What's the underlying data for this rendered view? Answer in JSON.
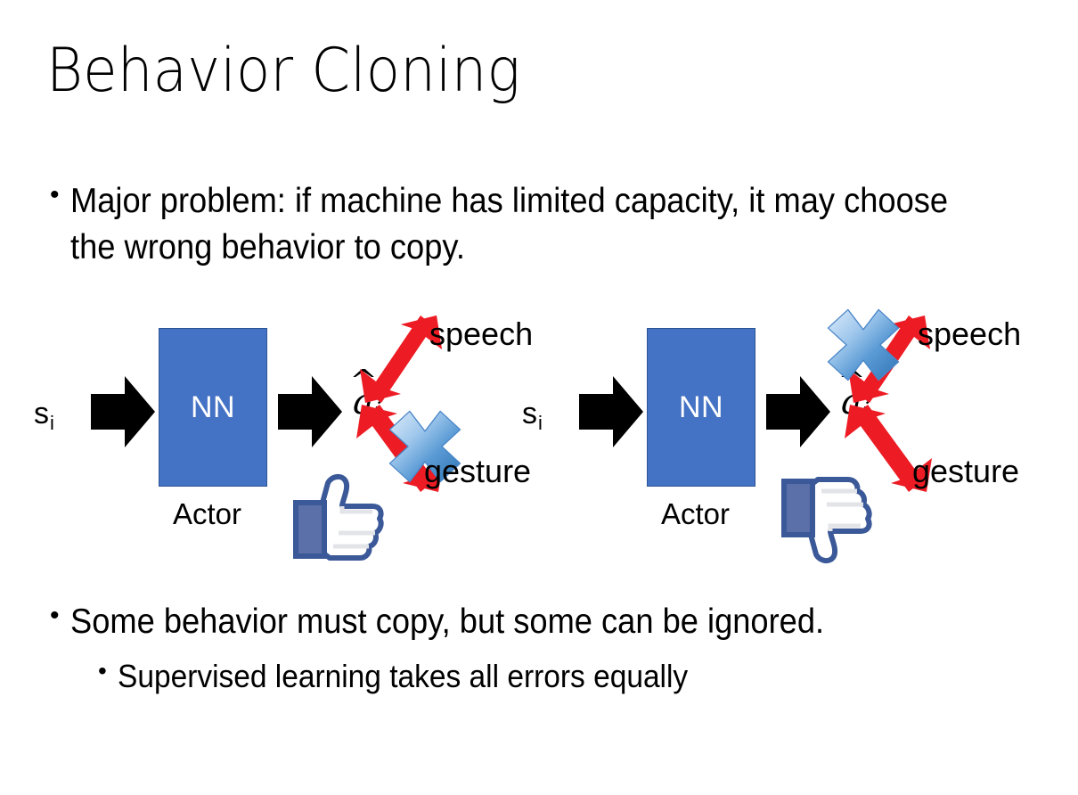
{
  "slide": {
    "title": "Behavior Cloning",
    "background_color": "#FFFFFF",
    "text_color": "#000000"
  },
  "bullets": {
    "top": {
      "marker": "•",
      "text": "Major problem: if machine has limited capacity, it may choose the wrong behavior to copy."
    },
    "bottom": [
      {
        "marker": "•",
        "text": "Some behavior must copy, but some can be ignored.",
        "level": 1
      },
      {
        "marker": "•",
        "text": "Supervised learning takes all errors equally",
        "level": 2
      }
    ]
  },
  "colors": {
    "nn_box_fill": "#4472C4",
    "nn_box_border": "#2E5496",
    "nn_label": "#FFFFFF",
    "red_arrow": "#ED1C24",
    "blue_x_light": "#CFE2F7",
    "blue_x_mid": "#6FA8E0",
    "blue_x_dark": "#2E74B5",
    "thumb_outline": "#3B5998",
    "thumb_fill": "#FFFFFF",
    "thumb_cuff": "#5B6FA8",
    "black_arrow": "#000000"
  },
  "diagrams": [
    {
      "id": "left",
      "state_label": "s",
      "state_subscript": "i",
      "nn_label": "NN",
      "actor_label": "Actor",
      "action_label": "a",
      "action_subscript": "i",
      "outputs": [
        {
          "name": "speech",
          "label": "speech",
          "direction": "up-right",
          "crossed_out": false
        },
        {
          "name": "gesture",
          "label": "gesture",
          "direction": "down-right",
          "crossed_out": true
        }
      ],
      "feedback_icon": "thumbs-up",
      "input_arrow": "block-arrow-right",
      "output_arrow": "block-arrow-right"
    },
    {
      "id": "right",
      "state_label": "s",
      "state_subscript": "i",
      "nn_label": "NN",
      "actor_label": "Actor",
      "action_label": "a",
      "action_subscript": "i",
      "outputs": [
        {
          "name": "speech",
          "label": "speech",
          "direction": "up-right",
          "crossed_out": true
        },
        {
          "name": "gesture",
          "label": "gesture",
          "direction": "down-right",
          "crossed_out": false
        }
      ],
      "feedback_icon": "thumbs-down",
      "input_arrow": "block-arrow-right",
      "output_arrow": "block-arrow-right"
    }
  ]
}
